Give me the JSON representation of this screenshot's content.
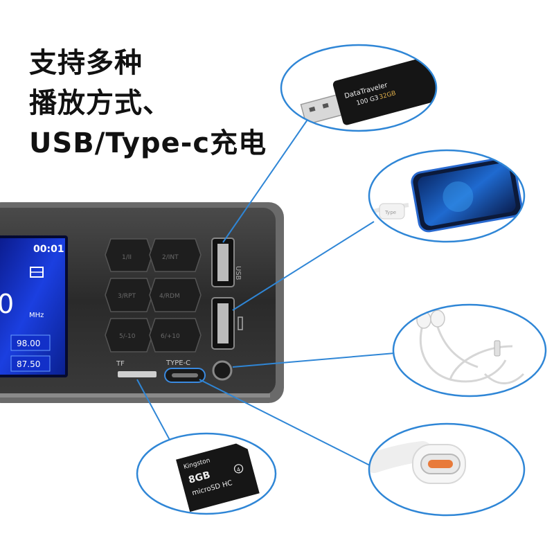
{
  "headline": {
    "line1": "支持多种",
    "line2": "播放方式、",
    "line3": "USB/Type-c充电"
  },
  "display": {
    "time": "00:01",
    "freq_fragment": "0",
    "unit": "MHz",
    "presets": [
      "98.00",
      "87.50"
    ]
  },
  "buttons": [
    "1/II",
    "2/INT",
    "3/RPT",
    "4/RDM",
    "5/-10",
    "6/+10"
  ],
  "ports": {
    "usb_label": "USB",
    "tf_label": "TF",
    "typec_label": "TYPE-C"
  },
  "callouts": {
    "usb_drive_brand": "DataTraveler",
    "usb_drive_model": "100 G3",
    "usb_drive_capacity": "32GB",
    "sd_brand": "Kingston",
    "sd_capacity": "8GB",
    "sd_type": "microSD HC",
    "sd_class": "4",
    "charger_tag": "Type"
  },
  "colors": {
    "callout_border": "#2f86d6",
    "screen_blue": "#1b3fe0",
    "panel_dark": "#2b2b2b"
  }
}
